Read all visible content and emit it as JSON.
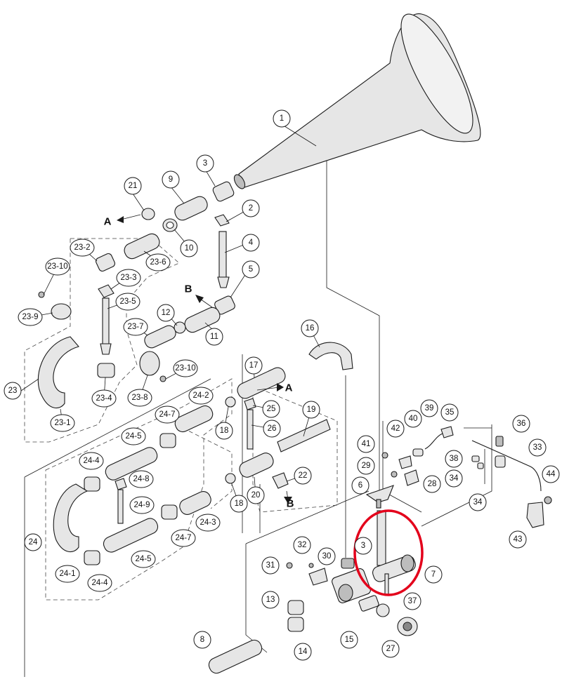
{
  "callouts": {
    "c1": "1",
    "c2": "2",
    "c3": "3",
    "c4": "4",
    "c5": "5",
    "c6": "6",
    "c7": "7",
    "c8": "8",
    "c9": "9",
    "c10": "10",
    "c11": "11",
    "c12": "12",
    "c13": "13",
    "c14": "14",
    "c15": "15",
    "c16": "16",
    "c17": "17",
    "c18a": "18",
    "c18b": "18",
    "c19": "19",
    "c20": "20",
    "c21": "21",
    "c22": "22",
    "c23": "23",
    "c23_1": "23-1",
    "c23_2": "23-2",
    "c23_3": "23-3",
    "c23_4": "23-4",
    "c23_5": "23-5",
    "c23_6": "23-6",
    "c23_7": "23-7",
    "c23_8": "23-8",
    "c23_9": "23-9",
    "c23_10a": "23-10",
    "c23_10b": "23-10",
    "c24": "24",
    "c24_1": "24-1",
    "c24_2": "24-2",
    "c24_3": "24-3",
    "c24_4a": "24-4",
    "c24_4b": "24-4",
    "c24_5a": "24-5",
    "c24_5b": "24-5",
    "c24_7a": "24-7",
    "c24_7b": "24-7",
    "c24_8": "24-8",
    "c24_9": "24-9",
    "c25": "25",
    "c26": "26",
    "c27": "27",
    "c28": "28",
    "c29": "29",
    "c30": "30",
    "c31": "31",
    "c32": "32",
    "c33": "33",
    "c34a": "34",
    "c34b": "34",
    "c35": "35",
    "c36": "36",
    "c37": "37",
    "c38": "38",
    "c39": "39",
    "c40": "40",
    "c41": "41",
    "c42": "42",
    "c43": "43",
    "c44": "44",
    "c_partial3": "3"
  },
  "letters": {
    "a1": "A",
    "a2": "A",
    "b1": "B",
    "b2": "B"
  },
  "highlight": {
    "color": "#e3001b",
    "target_part": "7"
  }
}
